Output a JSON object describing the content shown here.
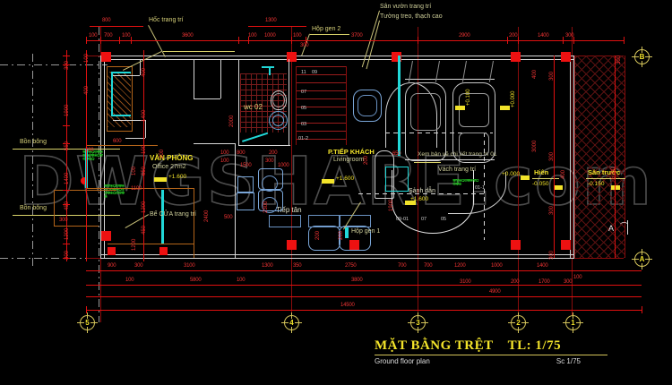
{
  "drawing": {
    "watermark": "DWGSHARE.com",
    "title_block": {
      "title_vi": "MẶT BẰNG TRỆT",
      "scale_vi": "TL: 1/75",
      "title_en": "Ground floor plan",
      "scale_en": "Sc 1/75"
    },
    "colors": {
      "background": "#000000",
      "dimension": "#e01010",
      "annotation": "#d8d27a",
      "highlight": "#f2e32a",
      "fixture": "#21d8d8",
      "wall": "#d8d8d8",
      "plant": "#1ea81e",
      "column": "#ee1111"
    }
  },
  "rooms": [
    {
      "name_vi": "VĂN PHÒNG",
      "name_en": "Office 27m2",
      "level": "+1.600"
    },
    {
      "name_vi": "P.TIẾP KHÁCH",
      "name_en": "Livingroom",
      "level": "+1.600"
    },
    {
      "name_vi": "Tiếp tân",
      "name_en": "",
      "level": ""
    },
    {
      "name_vi": "Sảnh dẫn",
      "name_en": "",
      "level": "+1.600"
    },
    {
      "name_vi": "wc 02",
      "name_en": "",
      "level": ""
    },
    {
      "name_vi": "Hiên",
      "name_en": "",
      "level": "-0.050"
    },
    {
      "name_vi": "Sân trước",
      "name_en": "",
      "level": "-0.150"
    }
  ],
  "annotations": [
    {
      "text": "Hốc trang trí"
    },
    {
      "text": "Hộp gen 2"
    },
    {
      "text": "Sân vườn trang trí"
    },
    {
      "text": "Tường treo, thạch cao"
    },
    {
      "text": "Bồn bông"
    },
    {
      "text": "Bồn bông"
    },
    {
      "text": "Bể CỬA trang trí"
    },
    {
      "text": "Hộp gen 1"
    },
    {
      "text": "Vách trang trí"
    },
    {
      "text": "Xem bản vẽ chi tiết trang trí 01"
    },
    {
      "text": "01-1"
    },
    {
      "text": "01-2"
    },
    {
      "text": "09-01"
    },
    {
      "text": "03"
    },
    {
      "text": "05"
    },
    {
      "text": "07"
    },
    {
      "text": "09"
    },
    {
      "text": "11"
    }
  ],
  "levels": [
    {
      "value": "+1.600"
    },
    {
      "value": "+1.600"
    },
    {
      "value": "+1.600"
    },
    {
      "value": "+0.100"
    },
    {
      "value": "+0.000"
    },
    {
      "value": "+0.000"
    },
    {
      "value": "-0.050"
    },
    {
      "value": "-0.150"
    }
  ],
  "grid": {
    "horizontal_bubbles": [
      "5",
      "4",
      "3",
      "2",
      "1"
    ],
    "vertical_bubbles": [
      "B",
      "A"
    ],
    "north_label": "A"
  },
  "dimensions": {
    "top_row1": [
      "800",
      "1300"
    ],
    "top_row2": [
      "100",
      "700",
      "100",
      "3600",
      "100",
      "1000",
      "100",
      "3700",
      "2900",
      "200",
      "1400"
    ],
    "top_row3": [
      "300",
      "300"
    ],
    "left_col": [
      "300",
      "1900",
      "550",
      "1400",
      "450",
      "1200",
      "300"
    ],
    "left_col2": [
      "100",
      "400",
      "1400",
      "100",
      "650",
      "1200",
      "450",
      "100",
      "1200",
      "100"
    ],
    "right_col": [
      "300",
      "6000"
    ],
    "interior": [
      "600",
      "200",
      "1100",
      "300",
      "2000",
      "100",
      "800",
      "200",
      "100",
      "300",
      "1500",
      "1000",
      "500",
      "200",
      "2400",
      "2300",
      "1900",
      "1500",
      "650",
      "200",
      "2200",
      "3000",
      "400",
      "200"
    ],
    "bottom_row1": [
      "900",
      "300",
      "100",
      "3100",
      "100",
      "1300",
      "350",
      "2750",
      "700",
      "700",
      "1200",
      "1000",
      "1400"
    ],
    "bottom_row2": [
      "5800",
      "3800",
      "3100",
      "200",
      "1700",
      "300",
      "100"
    ],
    "bottom_row3": [
      "4900"
    ],
    "bottom_total": [
      "14500"
    ]
  }
}
